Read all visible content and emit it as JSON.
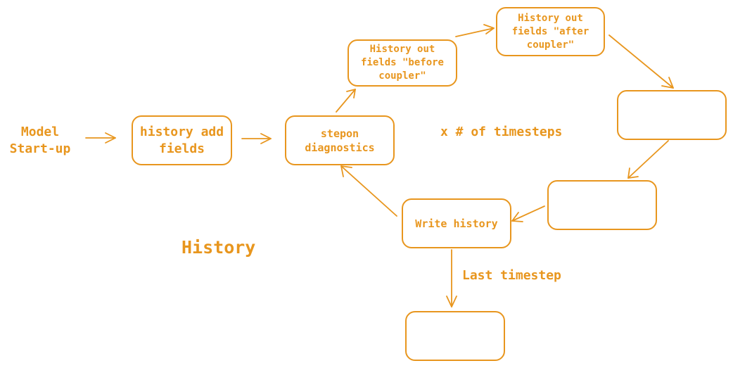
{
  "diagram": {
    "accent_color": "#e8961e",
    "title": "History",
    "start_label": "Model\nStart-up",
    "loop_label": "x # of timesteps",
    "exit_label": "Last timestep",
    "nodes": {
      "history_add_fields": "history add\nfields",
      "stepon_diagnostics": "stepon\ndiagnostics",
      "history_out_before": "History out\nfields \"before\ncoupler\"",
      "history_out_after": "History out\nfields \"after\ncoupler\"",
      "empty_box_1": "",
      "empty_box_2": "",
      "write_history": "Write history",
      "empty_box_final": ""
    }
  }
}
